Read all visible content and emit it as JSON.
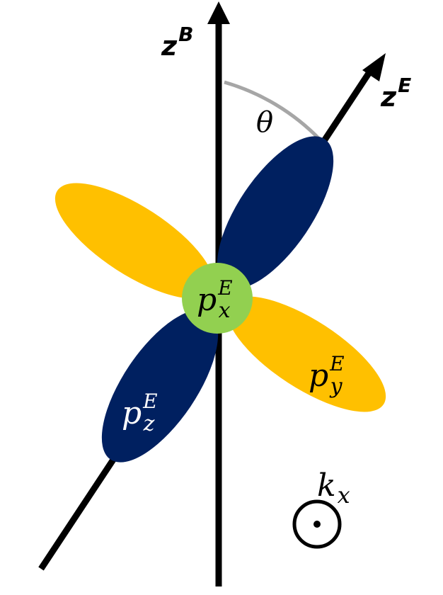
{
  "axes": {
    "zB": {
      "base": "z",
      "sup": "B"
    },
    "zE": {
      "base": "z",
      "sup": "E"
    },
    "theta": "θ"
  },
  "orbitals": {
    "px": {
      "base": "p",
      "sub": "x",
      "sup": "E"
    },
    "py": {
      "base": "p",
      "sub": "y",
      "sup": "E"
    },
    "pz": {
      "base": "p",
      "sub": "z",
      "sup": "E"
    }
  },
  "wavevector": {
    "base": "k",
    "sub": "x"
  },
  "colors": {
    "pz_lobe": "#002060",
    "py_lobe": "#FFC000",
    "px_circle": "#92D050",
    "axis": "#000000",
    "angle_arc": "#A6A6A6",
    "label_on_dark": "#FFFFFF",
    "label_on_light": "#000000"
  }
}
